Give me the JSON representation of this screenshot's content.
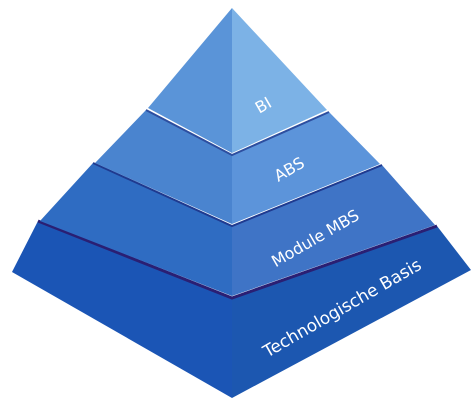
{
  "diagram": {
    "type": "pyramid",
    "layers": [
      {
        "label": "BI"
      },
      {
        "label": "ABS"
      },
      {
        "label": "Module MBS"
      },
      {
        "label": "Technologische Basis"
      }
    ]
  },
  "colors": {
    "layer_left": [
      "#5a94d8",
      "#4a84cf",
      "#2f6cc2",
      "#1b55b5"
    ],
    "layer_right": [
      "#7cb2e6",
      "#5c94da",
      "#3f74c6",
      "#1c57b0"
    ],
    "separator": "#2a1f73",
    "background": "#ffffff"
  }
}
